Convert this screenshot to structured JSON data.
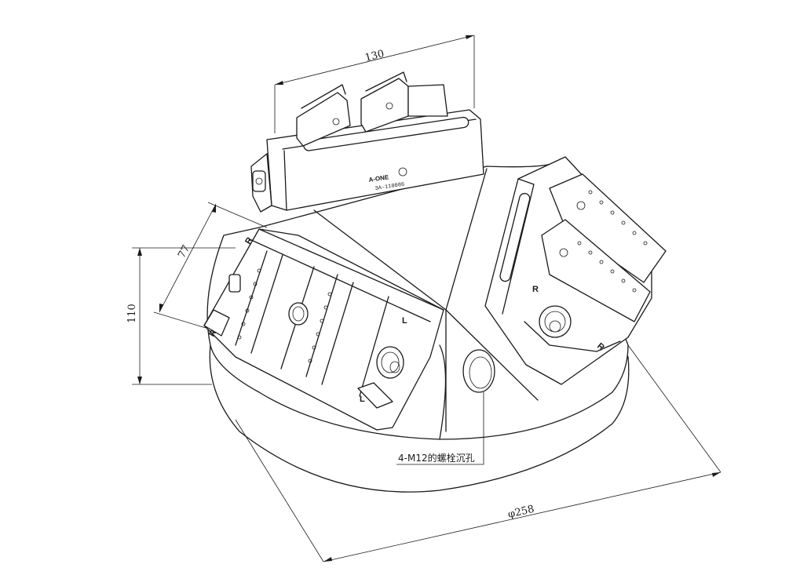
{
  "dimensions": {
    "width_top": "130",
    "height_left": "110",
    "slant": "77",
    "diameter": "φ258"
  },
  "callout": {
    "hole_note": "4-M12的螺栓沉孔"
  },
  "vise_label": {
    "brand": "A-ONE",
    "model": "3A-110086"
  },
  "jaw_marks": {
    "R": "R",
    "L": "L"
  },
  "line_color": "#1a1a1a"
}
